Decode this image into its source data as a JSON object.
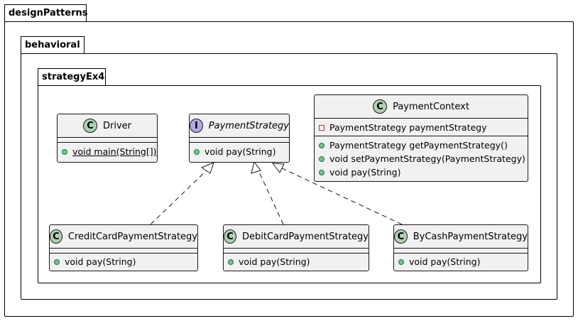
{
  "packages": {
    "outer": "designPatterns",
    "middle": "behavioral",
    "inner": "strategyEx4"
  },
  "classes": {
    "driver": {
      "stereotype": "C",
      "name": "Driver",
      "methods": [
        "void main(String[])"
      ]
    },
    "payment_strategy": {
      "stereotype": "I",
      "name": "PaymentStrategy",
      "methods": [
        "void pay(String)"
      ]
    },
    "payment_context": {
      "stereotype": "C",
      "name": "PaymentContext",
      "fields": [
        "PaymentStrategy paymentStrategy"
      ],
      "methods": [
        "PaymentStrategy getPaymentStrategy()",
        "void setPaymentStrategy(PaymentStrategy)",
        "void pay(String)"
      ]
    },
    "credit_card": {
      "stereotype": "C",
      "name": "CreditCardPaymentStrategy",
      "methods": [
        "void pay(String)"
      ]
    },
    "debit_card": {
      "stereotype": "C",
      "name": "DebitCardPaymentStrategy",
      "methods": [
        "void pay(String)"
      ]
    },
    "by_cash": {
      "stereotype": "C",
      "name": "ByCashPaymentStrategy",
      "methods": [
        "void pay(String)"
      ]
    }
  },
  "relations": [
    {
      "from": "CreditCardPaymentStrategy",
      "to": "PaymentStrategy",
      "type": "realization"
    },
    {
      "from": "DebitCardPaymentStrategy",
      "to": "PaymentStrategy",
      "type": "realization"
    },
    {
      "from": "ByCashPaymentStrategy",
      "to": "PaymentStrategy",
      "type": "realization"
    }
  ],
  "colors": {
    "class_fill": "#f1f1f1",
    "class_badge": "#add1b2",
    "interface_badge": "#b4a7e5",
    "public_marker": "#84be84",
    "private_marker": "#c82930"
  }
}
